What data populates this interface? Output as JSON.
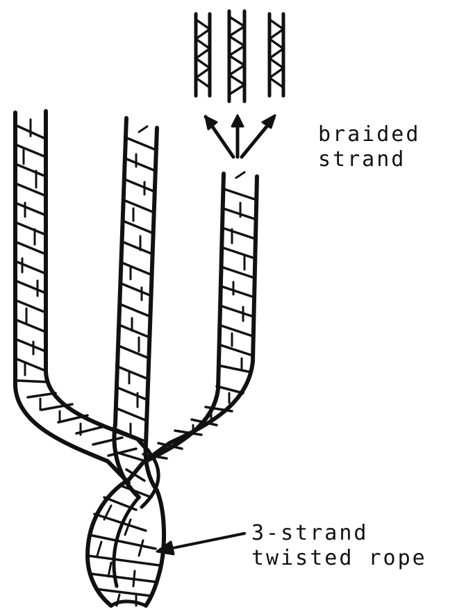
{
  "colors": {
    "ink": "#111111",
    "paper": "#ffffff"
  },
  "labels": {
    "braided_line1": "braided",
    "braided_line2": "strand",
    "rope_line1": "3-strand",
    "rope_line2": "twisted rope"
  }
}
